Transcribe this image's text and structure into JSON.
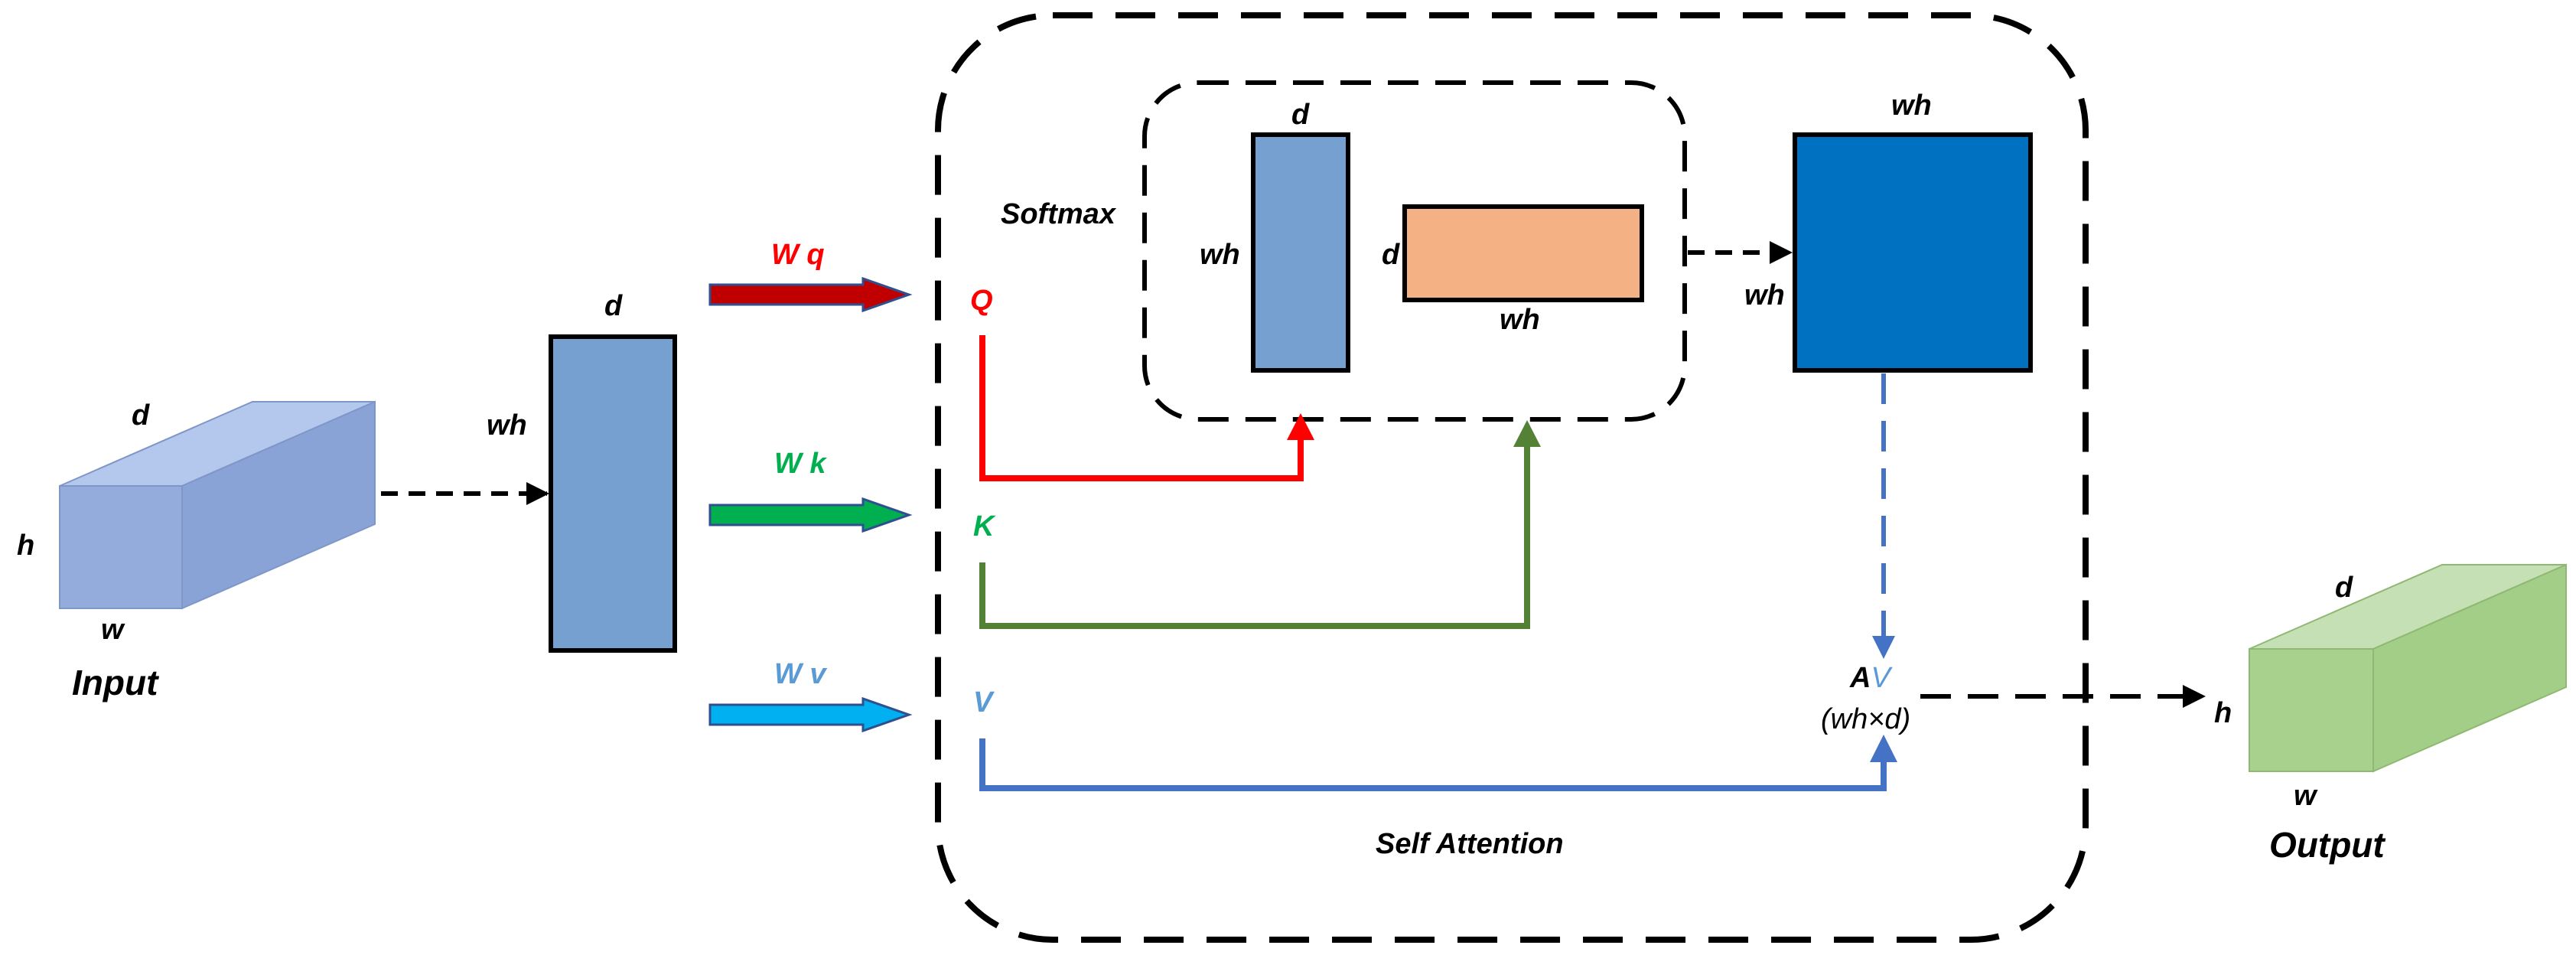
{
  "labels": {
    "input_d": "d",
    "input_h": "h",
    "input_w": "w",
    "input_title": "Input",
    "reshape_d": "d",
    "reshape_wh": "wh",
    "wq": "W q",
    "wk": "W k",
    "wv": "W v",
    "q": "Q",
    "k": "K",
    "v": "V",
    "softmax": "Softmax",
    "q_bar_d": "d",
    "q_bar_wh": "wh",
    "k_bar_d": "d",
    "k_bar_wh": "wh",
    "attn_wh_top": "wh",
    "attn_wh_left": "wh",
    "av_a": "A",
    "av_v": "V",
    "av_dims": "(wh×d)",
    "self_attention": "Self Attention",
    "output_d": "d",
    "output_h": "h",
    "output_w": "w",
    "output_title": "Output"
  },
  "colors": {
    "input_front": "#94acdb",
    "input_top": "#b4c7ec",
    "input_side": "#8aa3d6",
    "reshape_fill": "#76a0d0",
    "q_bar_fill": "#76a0d0",
    "k_bar_fill": "#f4b183",
    "attention_fill": "#0070c0",
    "output_front": "#a9d18e",
    "output_top": "#c5e0b4",
    "output_side": "#a3ce88",
    "q_color": "#ff0000",
    "k_color": "#00b050",
    "k_line": "#538135",
    "v_color": "#5b9bd5",
    "v_line": "#4472c4",
    "wq_arrow": "#c00000",
    "wk_arrow": "#00b050",
    "wv_arrow": "#00b0f0",
    "dash": "#000000"
  },
  "icons": [
    "dashed-arrow-icon",
    "block-arrow-icon",
    "elbow-arrow-icon"
  ]
}
